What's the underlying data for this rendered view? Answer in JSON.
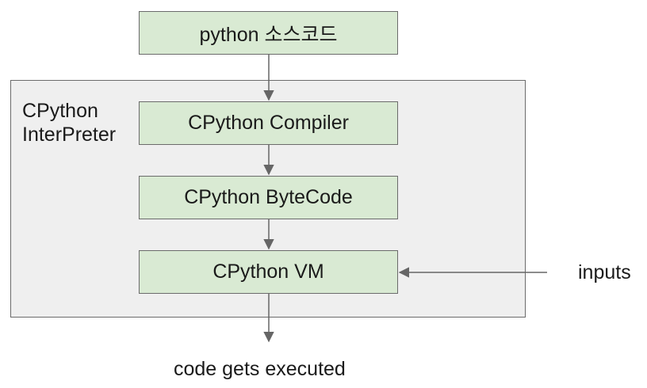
{
  "nodes": {
    "source": "python 소스코드",
    "compiler": "CPython Compiler",
    "bytecode": "CPython ByteCode",
    "vm": "CPython VM"
  },
  "container": {
    "label": "CPython\nInterPreter"
  },
  "labels": {
    "inputs": "inputs",
    "executed": "code gets executed"
  },
  "colors": {
    "node_fill": "#d9ead3",
    "container_fill": "#efefef",
    "stroke": "#6b6b6b"
  }
}
